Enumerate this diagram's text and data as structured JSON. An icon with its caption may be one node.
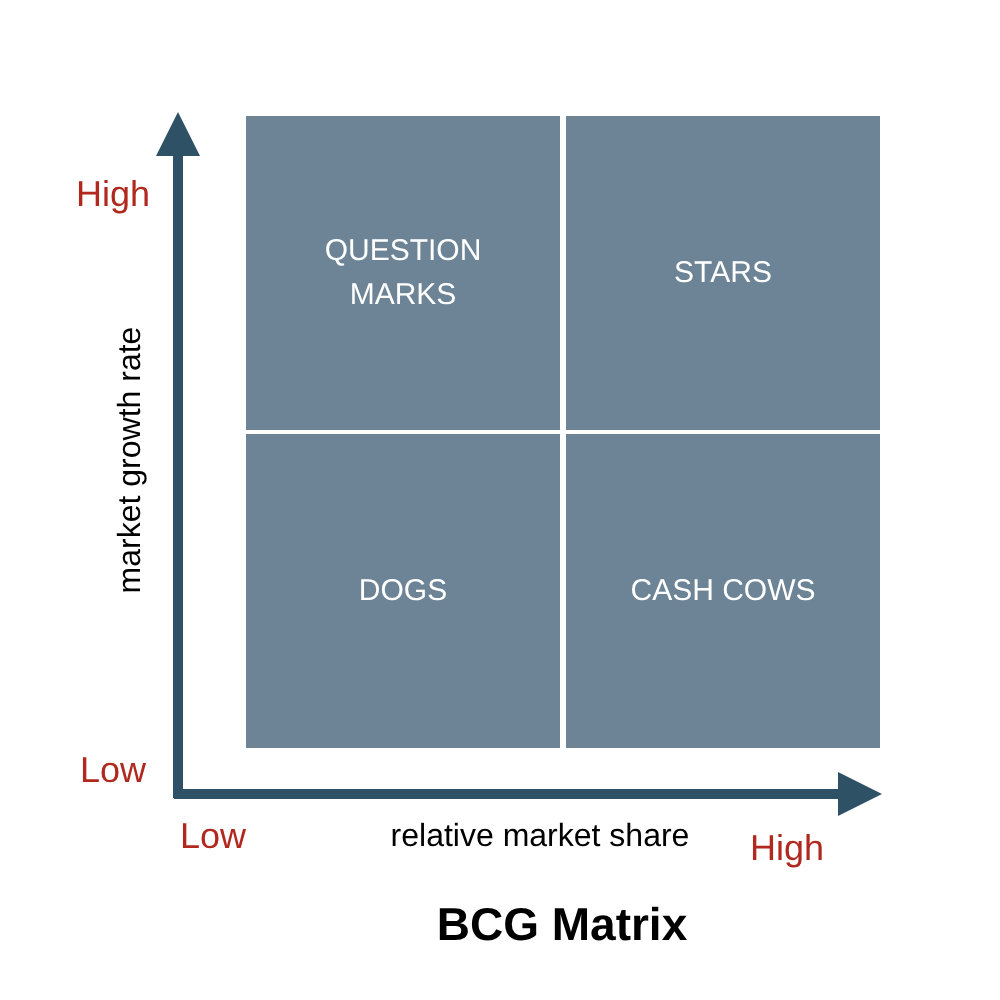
{
  "diagram": {
    "title": "BCG Matrix",
    "nodes": [
      {
        "text": [
          "QUESTION MARKS"
        ]
      },
      {
        "text": [
          "STARS"
        ]
      },
      {
        "text": [
          "DOGS"
        ]
      },
      {
        "text": [
          "CASH COWS"
        ]
      }
    ],
    "labels": [
      "High",
      "market growth rate",
      "Low",
      "Low",
      "relative market share",
      "High"
    ]
  }
}
